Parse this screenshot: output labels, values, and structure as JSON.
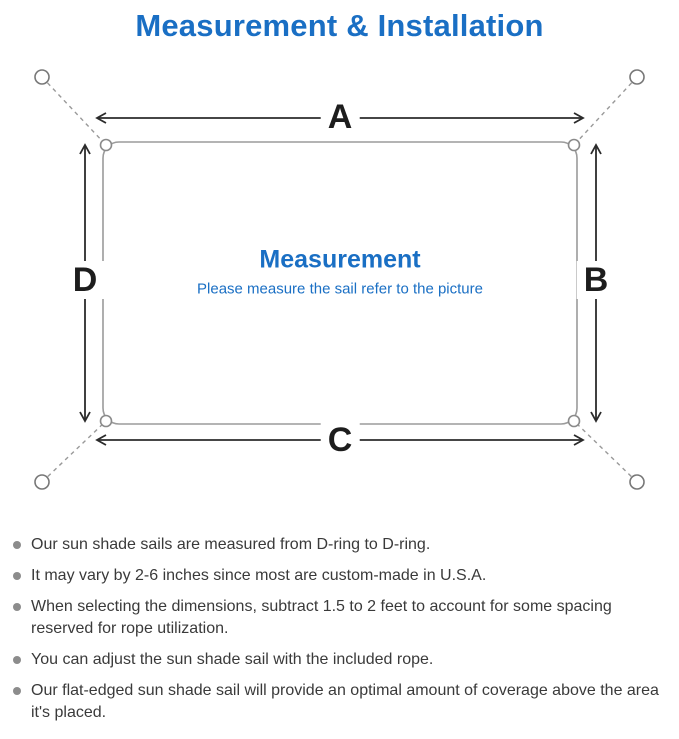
{
  "page": {
    "title": "Measurement & Installation"
  },
  "diagram": {
    "labels": {
      "top": "A",
      "right": "B",
      "bottom": "C",
      "left": "D"
    },
    "center_title": "Measurement",
    "center_subtitle": "Please measure the sail refer to the picture",
    "colors": {
      "title_blue": "#1a6fc4",
      "arrow_color": "#2b2b2b",
      "outline_gray": "#9b9b9b",
      "rope_dash_gray": "#999999"
    }
  },
  "notes": {
    "items": [
      "Our sun shade sails are measured from D-ring to D-ring.",
      "It may vary by 2-6 inches since most are custom-made in U.S.A.",
      "When selecting the dimensions, subtract 1.5 to 2 feet to account for some spacing reserved for rope utilization.",
      "You can adjust the sun shade sail with the included rope.",
      "Our flat-edged sun shade sail will provide an optimal amount of coverage above the area it's placed."
    ]
  }
}
